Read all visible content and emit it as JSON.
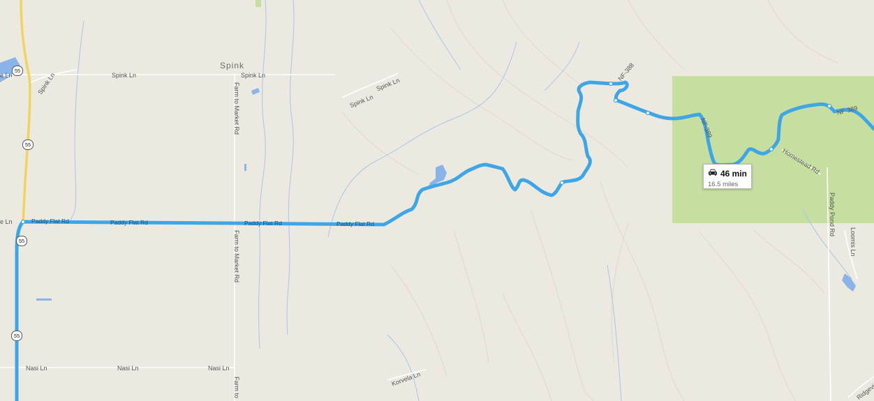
{
  "map": {
    "place_labels": {
      "spink": "Spink"
    },
    "road_labels": {
      "ln_left_top": "e Ln",
      "spink_ln_1": "Spink Ln",
      "spink_ln_2": "Spink Ln",
      "spink_ln_3": "Spink Ln",
      "spink_ln_4": "Spink Ln",
      "spink_ln_5": "Spink Ln",
      "farm_market_1": "Farm to Market Rd",
      "farm_market_2": "Farm to Market Rd",
      "farm_market_3": "Farm to",
      "ln_left_mid": "e Ln",
      "paddy_flat_1": "Paddy Flat Rd",
      "paddy_flat_2": "Paddy Flat Rd",
      "paddy_flat_3": "Paddy Flat Rd",
      "paddy_flat_4": "Paddy Flat Rd",
      "nf_388": "NF-388",
      "nf_389_1": "NF-389",
      "nf_389_2": "NF-389",
      "homestead_rd": "Homestead Rd",
      "paddy_pond_rd": "Paddy Pond Rd",
      "loomis_ln": "Loomis Ln",
      "nasi_ln_1": "Nasi Ln",
      "nasi_ln_2": "Nasi Ln",
      "nasi_ln_3": "Nasi Ln",
      "korvela_ln": "Korvela Ln",
      "ridgeview_rd": "Ridgeview Rd"
    },
    "shields": [
      "55",
      "55",
      "55",
      "55"
    ],
    "route_info": {
      "mode_icon": "car-icon",
      "time": "46 min",
      "distance": "16.5 miles"
    },
    "colors": {
      "route": "#3ea6e6",
      "highway": "#f3d35e",
      "forest": "#c7dea1",
      "water": "#8ab4e8",
      "land": "#ece9e1"
    }
  }
}
